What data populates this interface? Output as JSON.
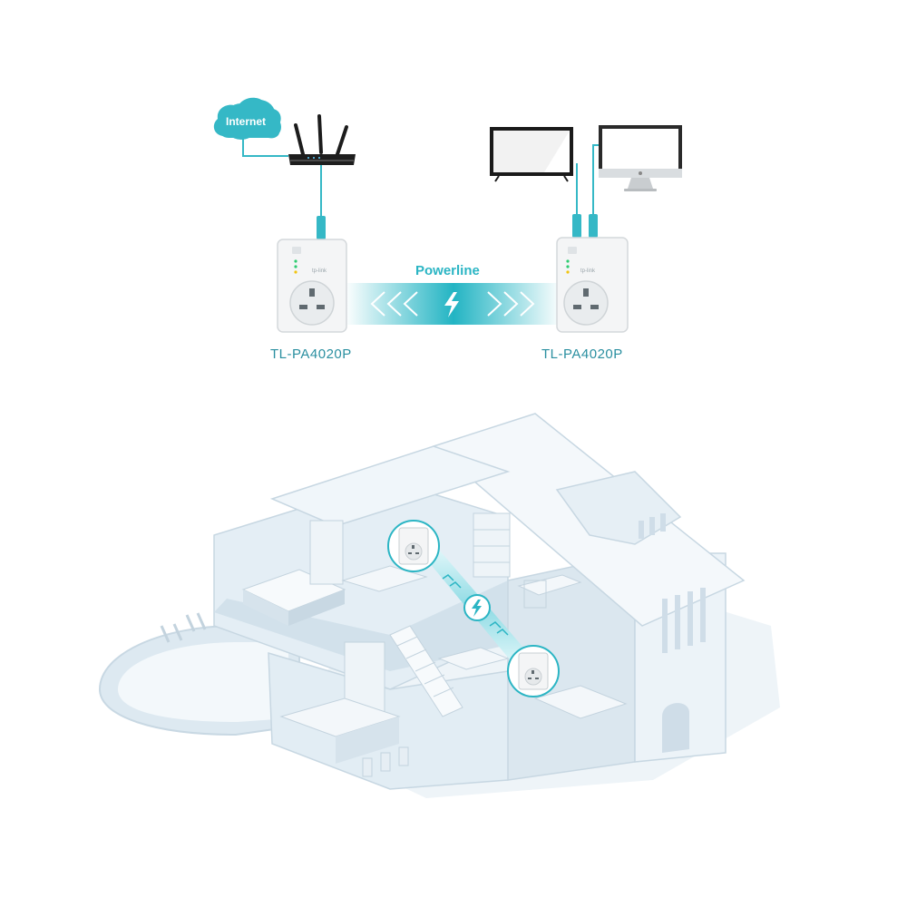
{
  "internet_label": "Internet",
  "powerline_label": "Powerline",
  "adapter_left_label": "TL-PA4020P",
  "adapter_right_label": "TL-PA4020P",
  "adapter_brand": "tp-link",
  "colors": {
    "accent": "#2bb5c4",
    "accent_light": "#bdeef3",
    "house": "#e3eef5",
    "house_shadow": "#c9dae6"
  },
  "icons": [
    "cloud-icon",
    "router-icon",
    "tv-icon",
    "monitor-icon",
    "powerline-adapter-icon",
    "lightning-icon"
  ]
}
